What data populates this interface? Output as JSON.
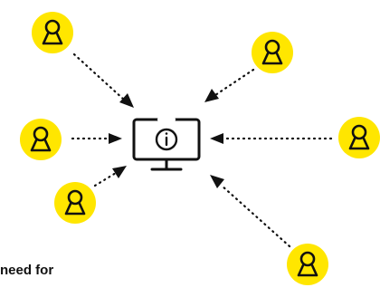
{
  "caption": "need for",
  "colors": {
    "user_fill": "#FFE600",
    "stroke": "#111111",
    "background": "#FFFFFF"
  },
  "icons": {
    "user": "user-icon",
    "monitor": "monitor-info-icon",
    "arrow": "dotted-arrow"
  },
  "user_count": 6
}
